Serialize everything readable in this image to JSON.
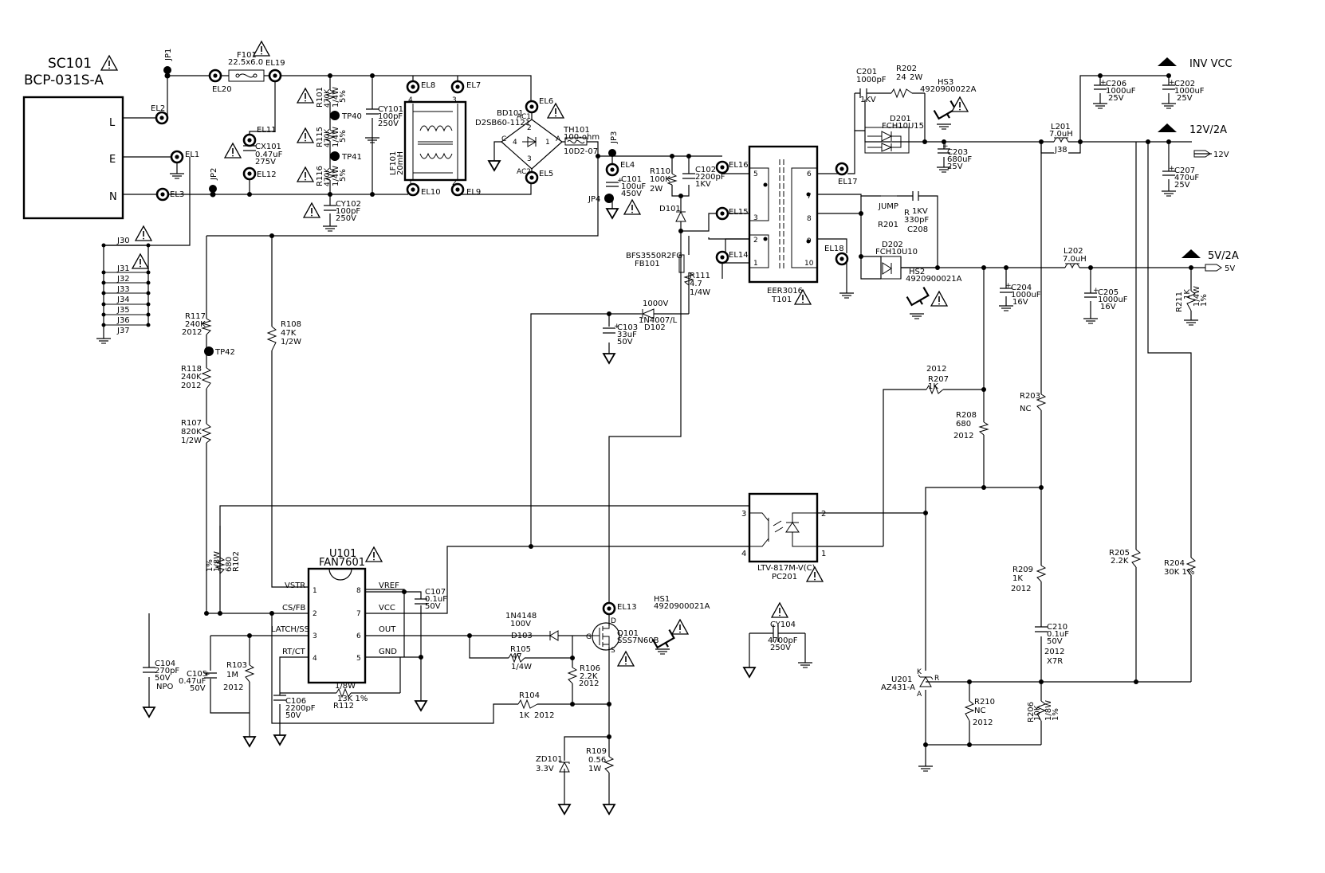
{
  "connector": {
    "ref": "SC101",
    "part": "BCP-031S-A",
    "pins": [
      "L",
      "E",
      "N"
    ]
  },
  "rails": {
    "inv": "INV VCC",
    "v12": "12V/2A",
    "v5": "5V/2A",
    "out12": "12V",
    "out5": "5V"
  },
  "eyelets": {
    "EL1": "EL1",
    "EL2": "EL2",
    "EL3": "EL3",
    "EL4": "EL4",
    "EL5": "EL5",
    "EL6": "EL6",
    "EL7": "EL7",
    "EL8": "EL8",
    "EL9": "EL9",
    "EL10": "EL10",
    "EL11": "EL11",
    "EL12": "EL12",
    "EL13": "EL13",
    "EL14": "EL14",
    "EL15": "EL15",
    "EL16": "EL16",
    "EL17": "EL17",
    "EL18": "EL18",
    "EL19": "EL19",
    "EL20": "EL20"
  },
  "jumpers": {
    "JP1": "JP1",
    "JP2": "JP2",
    "JP3": "JP3",
    "JP4": "JP4",
    "J30": "J30",
    "J31": "J31",
    "J32": "J32",
    "J33": "J33",
    "J34": "J34",
    "J35": "J35",
    "J36": "J36",
    "J37": "J37",
    "J38": "J38"
  },
  "testpoints": {
    "TP40": "TP40",
    "TP41": "TP41",
    "TP42": "TP42"
  },
  "fuse": {
    "ref": "F101",
    "val": "22.5x6.0"
  },
  "cx101": {
    "ref": "CX101",
    "v1": "0.47uF",
    "v2": "275V"
  },
  "r101": {
    "ref": "R101",
    "v1": "470K",
    "v2": "1/4W",
    "v3": "5%"
  },
  "r115": {
    "ref": "R115",
    "v1": "470K",
    "v2": "1/4W",
    "v3": "5%"
  },
  "r116": {
    "ref": "R116",
    "v1": "470K",
    "v2": "1/4W",
    "v3": "5%"
  },
  "cy101": {
    "ref": "CY101",
    "v1": "100pF",
    "v2": "250V"
  },
  "cy102": {
    "ref": "CY102",
    "v1": "100pF",
    "v2": "250V"
  },
  "lf101": {
    "ref": "LF101",
    "v1": "20mH",
    "p1": "1",
    "p2": "2",
    "p3": "3",
    "p4": "4"
  },
  "bd101": {
    "ref": "BD101",
    "part": "D2SB60-1121",
    "ac1": "AC1",
    "ac2": "AC2",
    "c": "C",
    "a": "A",
    "n1": "1",
    "n2": "2",
    "n3": "3",
    "n4": "4"
  },
  "th101": {
    "ref": "TH101",
    "v1": "100-ohm",
    "v2": "10D2-07"
  },
  "c101": {
    "ref": "C101",
    "v1": "100uF",
    "v2": "450V"
  },
  "r110": {
    "ref": "R110",
    "v1": "100K",
    "v2": "2W"
  },
  "c102": {
    "ref": "C102",
    "v1": "2200pF",
    "v2": "1KV"
  },
  "d101": {
    "ref": "D101"
  },
  "fb101": {
    "ref": "FB101",
    "part": "BFS3550R2FG"
  },
  "r111": {
    "ref": "R111",
    "v1": "4.7",
    "v2": "1/4W"
  },
  "t101": {
    "ref": "T101",
    "part": "EER3016",
    "pins": [
      "5",
      "3",
      "2",
      "1",
      "6",
      "7",
      "8",
      "9",
      "10"
    ]
  },
  "d102": {
    "ref": "D102",
    "part": "1N4007/L",
    "v1": "1000V"
  },
  "c103": {
    "ref": "C103",
    "v1": "33uF",
    "v2": "50V"
  },
  "r117": {
    "ref": "R117",
    "v1": "240K",
    "v2": "2012"
  },
  "r118": {
    "ref": "R118",
    "v1": "240K",
    "v2": "2012"
  },
  "r107": {
    "ref": "R107",
    "v1": "820K",
    "v2": "1/2W"
  },
  "r108": {
    "ref": "R108",
    "v1": "47K",
    "v2": "1/2W"
  },
  "r102": {
    "ref": "R102",
    "v1": "680",
    "v2": "1/8W",
    "v3": "1%"
  },
  "u101": {
    "ref": "U101",
    "part": "FAN7601",
    "p1": "VSTR",
    "p2": "CS/FB",
    "p3": "LATCH/SS",
    "p4": "RT/CT",
    "p5": "GND",
    "p6": "OUT",
    "p7": "VCC",
    "p8": "VREF",
    "n1": "1",
    "n2": "2",
    "n3": "3",
    "n4": "4",
    "n5": "5",
    "n6": "6",
    "n7": "7",
    "n8": "8"
  },
  "c107": {
    "ref": "C107",
    "v1": "0.1uF",
    "v2": "50V"
  },
  "c104": {
    "ref": "C104",
    "v1": "270pF",
    "v2": "50V",
    "v3": "NPO"
  },
  "c105": {
    "ref": "C105",
    "v1": "0.47uF",
    "v2": "50V"
  },
  "r103": {
    "ref": "R103",
    "v1": "1M",
    "v2": "2012"
  },
  "c106": {
    "ref": "C106",
    "v1": "2200pF",
    "v2": "50V"
  },
  "r112": {
    "ref": "R112",
    "v1": "1/8W",
    "v2": "13K 1%"
  },
  "d103": {
    "ref": "D103",
    "part": "1N4148",
    "v1": "100V"
  },
  "r105": {
    "ref": "R105",
    "v1": "47",
    "v2": "1/4W"
  },
  "r106": {
    "ref": "R106",
    "v1": "2.2K",
    "v2": "2012"
  },
  "r104": {
    "ref": "R104",
    "v1": "1K",
    "v2": "2012"
  },
  "q101": {
    "ref": "Q101",
    "part": "SSS7N60B",
    "d": "D",
    "g": "G",
    "s": "S"
  },
  "hs1": {
    "ref": "HS1",
    "part": "4920900021A"
  },
  "hs2": {
    "ref": "HS2",
    "part": "4920900021A"
  },
  "hs3": {
    "ref": "HS3",
    "part": "4920900022A"
  },
  "zd101": {
    "ref": "ZD101",
    "v1": "3.3V"
  },
  "r109": {
    "ref": "R109",
    "v1": "0.56",
    "v2": "1W"
  },
  "cy104": {
    "ref": "CY104",
    "v1": "4700pF",
    "v2": "250V"
  },
  "pc201": {
    "ref": "PC201",
    "part": "LTV-817M-V(C)",
    "n1": "1",
    "n2": "2",
    "n3": "3",
    "n4": "4"
  },
  "c201": {
    "ref": "C201",
    "v1": "1000pF",
    "v2": "1KV"
  },
  "r202": {
    "ref": "R202",
    "v1": "24",
    "v2": "2W"
  },
  "d201": {
    "ref": "D201",
    "part": "FCH10U15"
  },
  "d202": {
    "ref": "D202",
    "part": "FCH10U10"
  },
  "c203": {
    "ref": "C203",
    "v1": "680uF",
    "v2": "25V"
  },
  "c206": {
    "ref": "C206",
    "v1": "1000uF",
    "v2": "25V"
  },
  "c202": {
    "ref": "C202",
    "v1": "1000uF",
    "v2": "25V"
  },
  "c207": {
    "ref": "C207",
    "v1": "470uF",
    "v2": "25V"
  },
  "l201": {
    "ref": "L201",
    "v1": "7.0uH"
  },
  "l202": {
    "ref": "L202",
    "v1": "7.0uH"
  },
  "jump": {
    "label": "JUMP",
    "r": "R",
    "r201": "R201"
  },
  "c208": {
    "ref": "C208",
    "v1": "1KV",
    "v2": "330pF"
  },
  "c204": {
    "ref": "C204",
    "v1": "1000uF",
    "v2": "16V"
  },
  "c205": {
    "ref": "C205",
    "v1": "1000uF",
    "v2": "16V"
  },
  "r211": {
    "ref": "R211",
    "v1": "1K",
    "v2": "1/4W",
    "v3": "1%"
  },
  "r207": {
    "ref": "R207",
    "v1": "1K",
    "v2": "2012"
  },
  "r208": {
    "ref": "R208",
    "v1": "680",
    "v2": "2012"
  },
  "r203": {
    "ref": "R203",
    "v1": "NC"
  },
  "r209": {
    "ref": "R209",
    "v1": "1K",
    "v2": "2012"
  },
  "r205": {
    "ref": "R205",
    "v1": "2.2K"
  },
  "r204": {
    "ref": "R204",
    "v1": "30K 1%"
  },
  "c210": {
    "ref": "C210",
    "v1": "0.1uF",
    "v2": "50V",
    "v3": "2012",
    "v4": "X7R"
  },
  "u201": {
    "ref": "U201",
    "part": "AZ431-A",
    "k": "K",
    "a": "A",
    "r": "R"
  },
  "r210": {
    "ref": "R210",
    "v1": "NC",
    "v2": "2012"
  },
  "r206": {
    "ref": "R206",
    "v1": "10K",
    "v2": "1/8W",
    "v3": "1%"
  }
}
